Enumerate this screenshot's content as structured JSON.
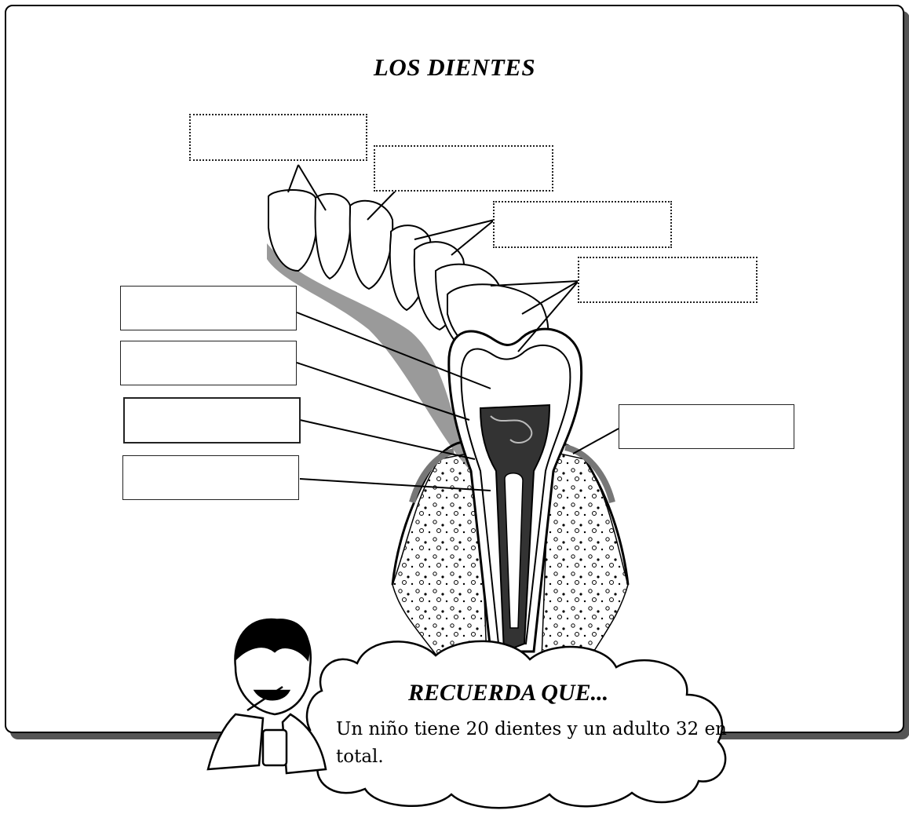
{
  "title": "LOS  DIENTES",
  "label_boxes": [
    {
      "name": "label-box-1",
      "value": ""
    },
    {
      "name": "label-box-2",
      "value": ""
    },
    {
      "name": "label-box-3",
      "value": ""
    },
    {
      "name": "label-box-4",
      "value": ""
    },
    {
      "name": "label-box-5",
      "value": ""
    },
    {
      "name": "label-box-6",
      "value": ""
    },
    {
      "name": "label-box-7",
      "value": ""
    },
    {
      "name": "label-box-8",
      "value": ""
    },
    {
      "name": "label-box-9",
      "value": ""
    }
  ],
  "bubble": {
    "heading": "RECUERDA QUE...",
    "text": "Un niño tiene 20 dientes y un adulto 32 en total."
  }
}
